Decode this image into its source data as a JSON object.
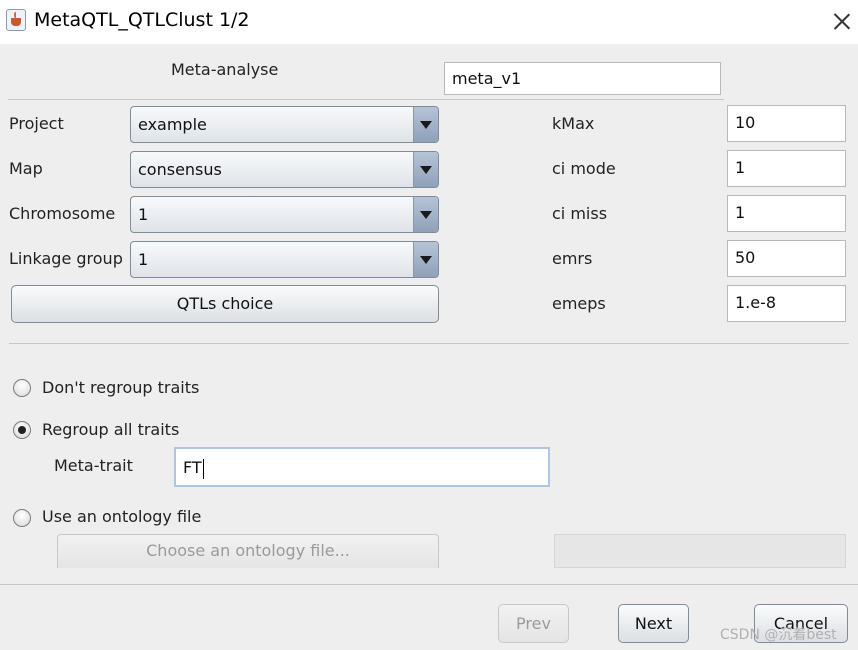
{
  "window": {
    "title": "MetaQTL_QTLClust 1/2",
    "icon": "java-cup-icon",
    "close_icon": "close-icon"
  },
  "meta_analyse": {
    "label": "Meta-analyse",
    "value": "meta_v1"
  },
  "left_form": {
    "project": {
      "label": "Project",
      "value": "example"
    },
    "map": {
      "label": "Map",
      "value": "consensus"
    },
    "chromosome": {
      "label": "Chromosome",
      "value": "1"
    },
    "linkage_group": {
      "label": "Linkage group",
      "value": "1"
    },
    "qtls_choice_label": "QTLs choice"
  },
  "right_form": {
    "kmax": {
      "label": "kMax",
      "value": "10"
    },
    "ci_mode": {
      "label": "ci mode",
      "value": "1"
    },
    "ci_miss": {
      "label": "ci miss",
      "value": "1"
    },
    "emrs": {
      "label": "emrs",
      "value": "50"
    },
    "emeps": {
      "label": "emeps",
      "value": "1.e-8"
    }
  },
  "grouping": {
    "dont_regroup": {
      "label": "Don't regroup traits",
      "checked": false
    },
    "regroup_all": {
      "label": "Regroup all traits",
      "checked": true
    },
    "meta_trait": {
      "label": "Meta-trait",
      "value": "FT"
    },
    "ontology": {
      "label": "Use an ontology file",
      "checked": false
    },
    "choose_ontology_label": "Choose an ontology file..."
  },
  "footer": {
    "prev_label": "Prev",
    "next_label": "Next",
    "cancel_label": "Cancel",
    "watermark": "CSDN @沉着best"
  }
}
